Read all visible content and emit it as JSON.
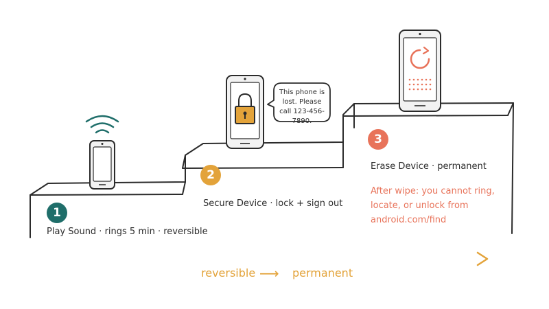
{
  "steps": [
    {
      "number": "1",
      "label": "Play Sound · rings 5 min · reversible",
      "color": "#1f6e6a"
    },
    {
      "number": "2",
      "label": "Secure Device · lock + sign out",
      "color": "#e3a33a",
      "bubble": "This phone is lost. Please call 123-456-7890."
    },
    {
      "number": "3",
      "label": "Erase Device · permanent",
      "color": "#e8735a",
      "warning": "After wipe: you cannot ring, locate, or unlock from android.com/find"
    }
  ],
  "progression": {
    "start_label": "reversible",
    "arrow": "⟶",
    "end_label": "permanent",
    "color": "#e3a33a"
  },
  "icons": [
    "phone-icon",
    "sound-waves-icon",
    "padlock-icon",
    "erase-rotate-icon"
  ]
}
